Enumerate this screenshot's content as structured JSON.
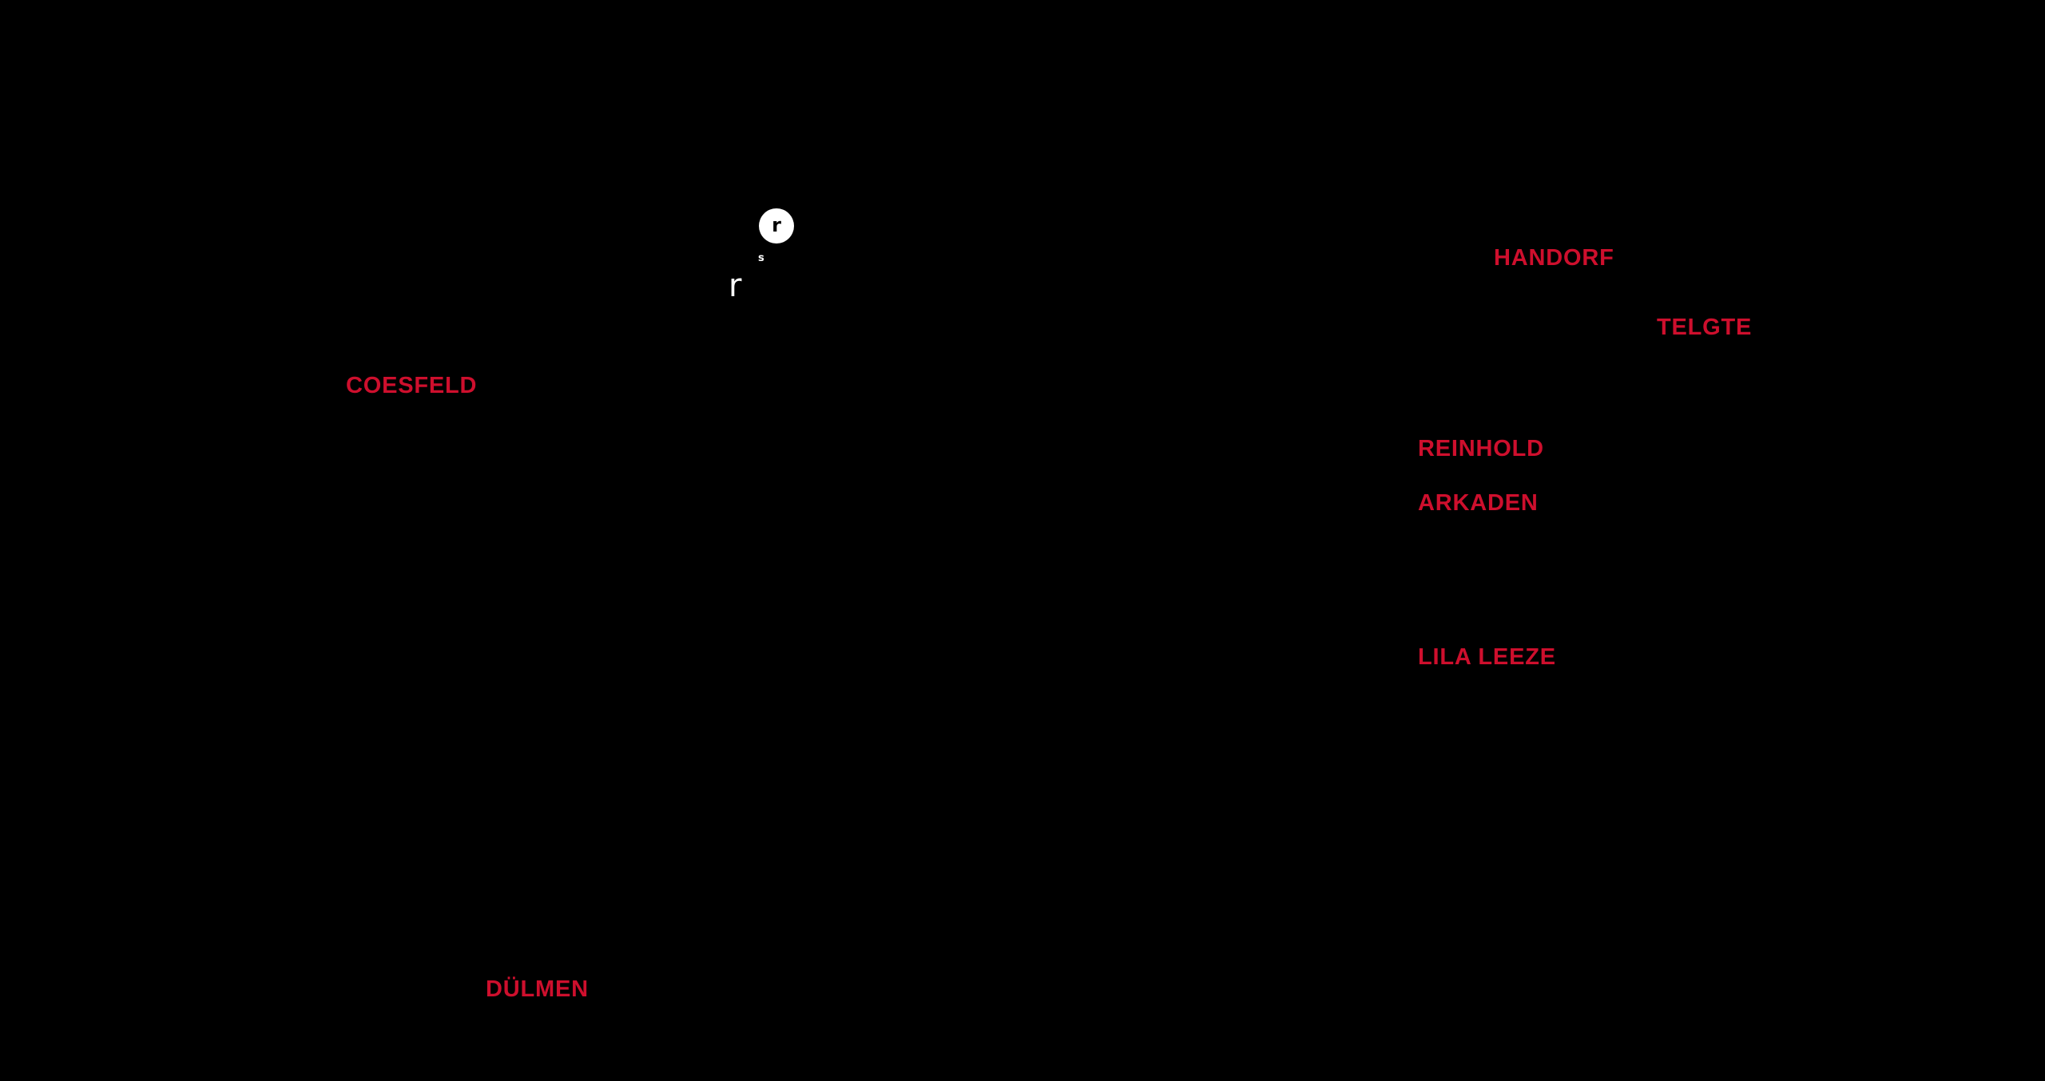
{
  "map": {
    "background_color": "#000000",
    "label_color": "#CE0F2D",
    "marker_color": "#FFFFFF",
    "labels": {
      "coesfeld": {
        "text": "COESFELD"
      },
      "handorf": {
        "text": "HANDORF"
      },
      "telgte": {
        "text": "TELGTE"
      },
      "reinhold_arkaden": {
        "line1": "REINHOLD",
        "line2": "ARKADEN"
      },
      "lila_leeze": {
        "text": "LILA LEEZE"
      },
      "duelmen": {
        "text": "DÜLMEN"
      }
    },
    "marker": {
      "glyph": "r",
      "dot_glyph": "s",
      "small_glyph": "r"
    }
  }
}
